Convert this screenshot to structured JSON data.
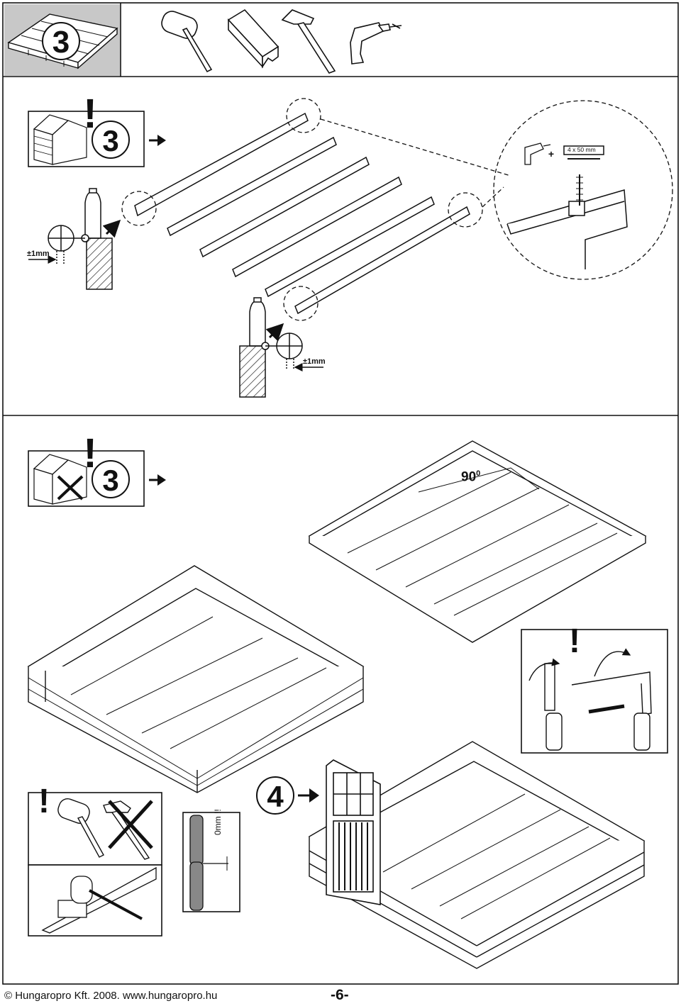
{
  "header": {
    "step_number": "3"
  },
  "step3_section": {
    "warning_mark": "!",
    "step_ref": "3",
    "tolerance_left": "±1mm",
    "tolerance_right": "±1mm",
    "screw_spec": "4 x 50 mm",
    "plus_sign": "+"
  },
  "floor_section": {
    "warning_mark": "!",
    "step_ref": "3",
    "angle_label": "90",
    "angle_degree_sign": "0"
  },
  "clamp_panel": {
    "warning_mark": "!"
  },
  "hammer_panel": {
    "warning_mark": "!"
  },
  "gap_panel": {
    "gap_label": "0mm !!"
  },
  "door_section": {
    "step_ref": "4"
  },
  "footer": {
    "copyright": "© Hungaropro Kft. 2008. www.hungaropro.hu",
    "page_number": "-6-"
  }
}
